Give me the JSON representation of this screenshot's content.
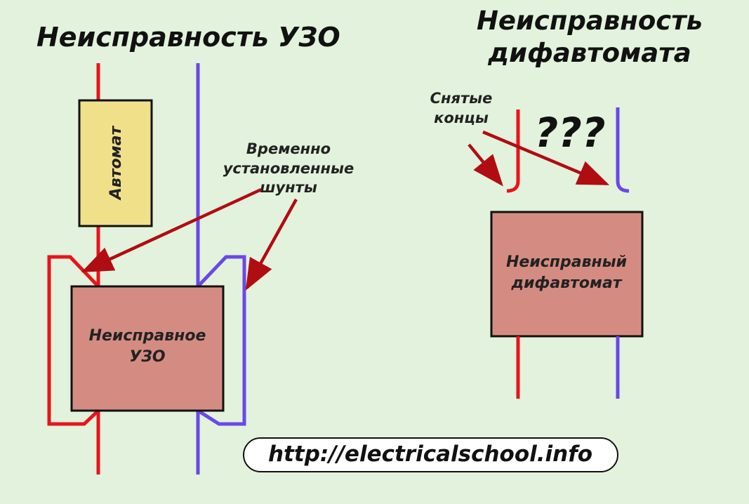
{
  "titles": {
    "left": "Неисправность УЗО",
    "right_line1": "Неисправность",
    "right_line2": "дифавтомата"
  },
  "left": {
    "breaker_label": "Автомат",
    "rcd_line1": "Неисправное",
    "rcd_line2": "УЗО",
    "shunts_line1": "Временно",
    "shunts_line2": "установленные",
    "shunts_line3": "шунты"
  },
  "right": {
    "removed_line1": "Снятые",
    "removed_line2": "концы",
    "question": "???",
    "rcbo_line1": "Неисправный",
    "rcbo_line2": "дифавтомат"
  },
  "footer": {
    "url": "http://electricalschool.info"
  },
  "colors": {
    "background": "#e3f2dc",
    "phase_wire": "#e8141c",
    "neutral_wire": "#6a48e8",
    "arrow": "#b00d12",
    "breaker_fill": "#f0e08a",
    "device_fill": "#d48c82"
  }
}
